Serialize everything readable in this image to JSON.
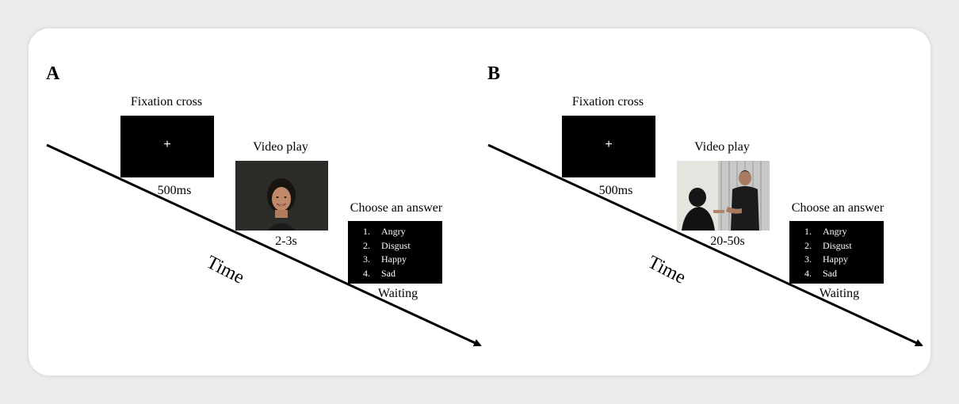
{
  "panels": [
    {
      "letter": "A",
      "fixation_title": "Fixation cross",
      "fixation_symbol": "+",
      "fixation_duration": "500ms",
      "video_title": "Video play",
      "video_duration": "2-3s",
      "answer_title": "Choose an answer",
      "answers": [
        {
          "num": "1.",
          "label": "Angry"
        },
        {
          "num": "2.",
          "label": "Disgust"
        },
        {
          "num": "3.",
          "label": "Happy"
        },
        {
          "num": "4.",
          "label": "Sad"
        }
      ],
      "answer_duration": "Waiting",
      "time_label": "Time"
    },
    {
      "letter": "B",
      "fixation_title": "Fixation cross",
      "fixation_symbol": "+",
      "fixation_duration": "500ms",
      "video_title": "Video play",
      "video_duration": "20-50s",
      "answer_title": "Choose an answer",
      "answers": [
        {
          "num": "1.",
          "label": "Angry"
        },
        {
          "num": "2.",
          "label": "Disgust"
        },
        {
          "num": "3.",
          "label": "Happy"
        },
        {
          "num": "4.",
          "label": "Sad"
        }
      ],
      "answer_duration": "Waiting",
      "time_label": "Time"
    }
  ]
}
